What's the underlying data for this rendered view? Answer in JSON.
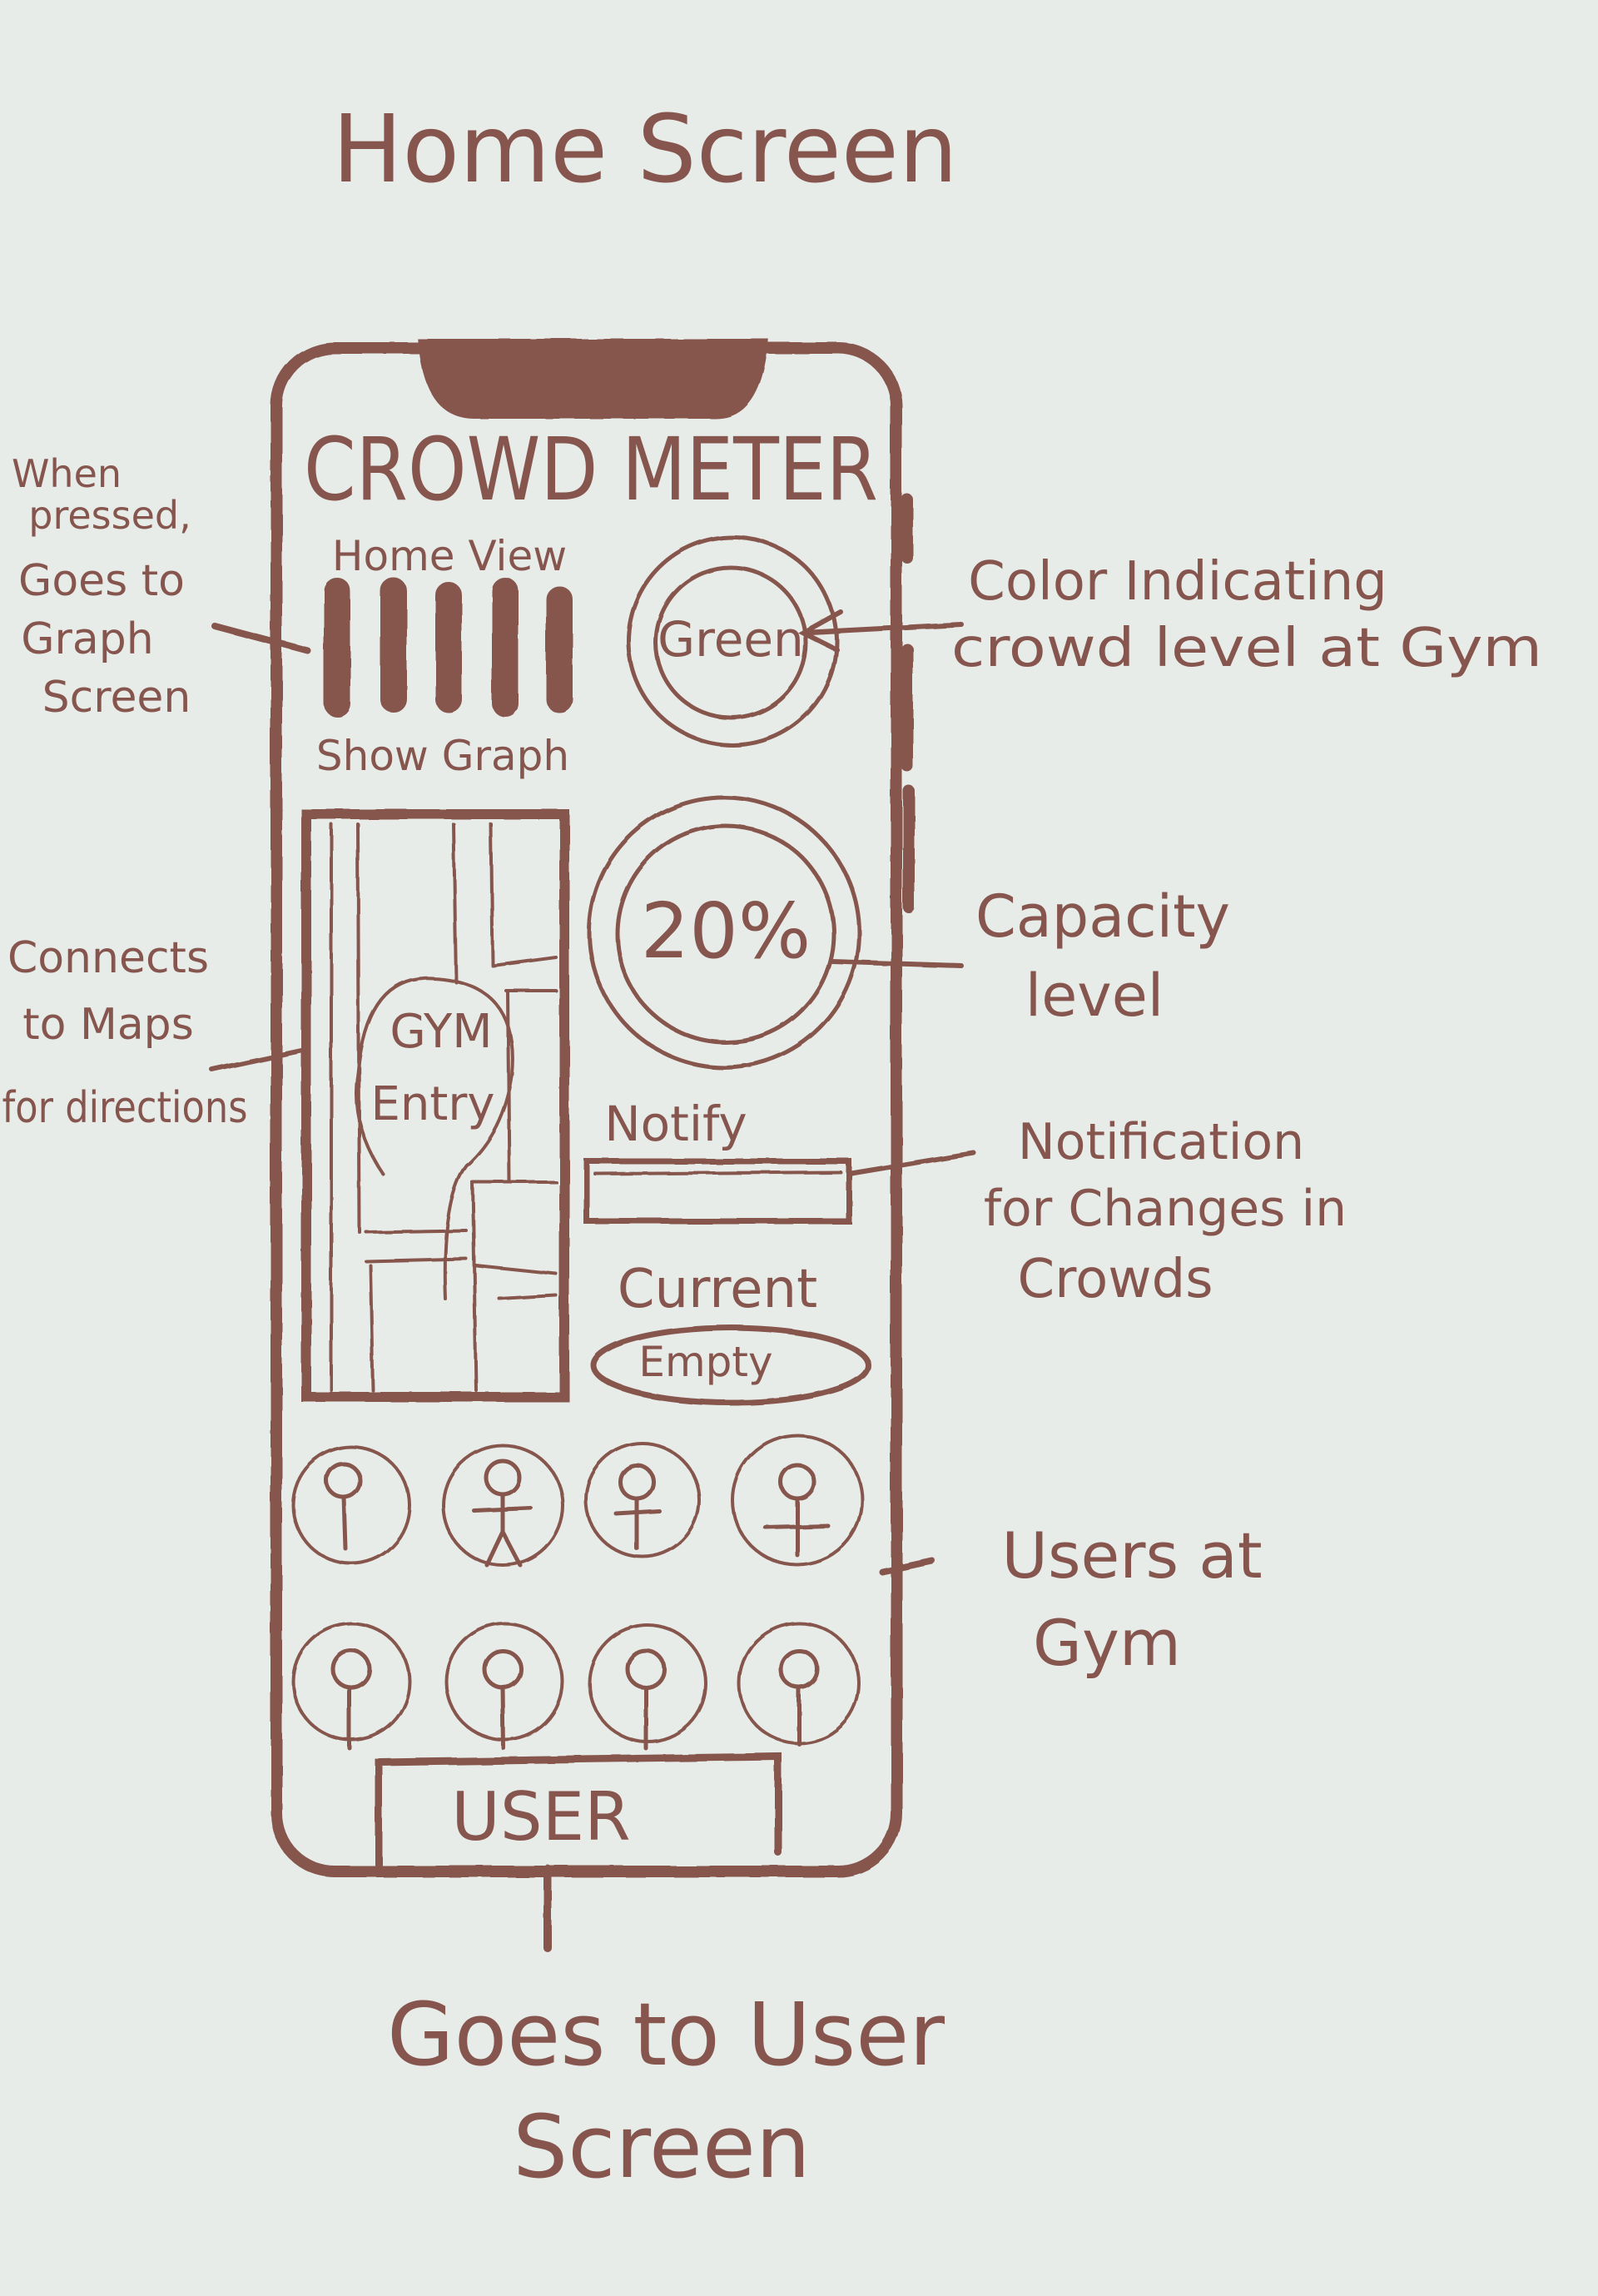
{
  "title": "Home Screen",
  "app": {
    "name": "CROWD METER",
    "home_view_label": "Home View",
    "show_graph_label": "Show Graph",
    "crowd_color": "Green",
    "capacity": "20%",
    "map_label_line1": "GYM",
    "map_label_line2": "Entry",
    "notify_label": "Notify",
    "current_label": "Current",
    "current_status": "Empty",
    "user_button": "USER"
  },
  "annotations": {
    "graph_note": [
      "When",
      "pressed,",
      "Goes to",
      "Graph",
      "Screen"
    ],
    "maps_note": [
      "Connects",
      "to Maps",
      "for directions"
    ],
    "color_note": [
      "Color Indicating",
      "crowd level at Gym"
    ],
    "capacity_note": [
      "Capacity",
      "level"
    ],
    "notification_note": [
      "Notification",
      "for Changes in",
      "Crowds"
    ],
    "users_note": [
      "Users at",
      "Gym"
    ],
    "user_screen_note": [
      "Goes to User",
      "Screen"
    ]
  },
  "colors": {
    "ink": "#86564e",
    "paper": "#e7ece9"
  }
}
